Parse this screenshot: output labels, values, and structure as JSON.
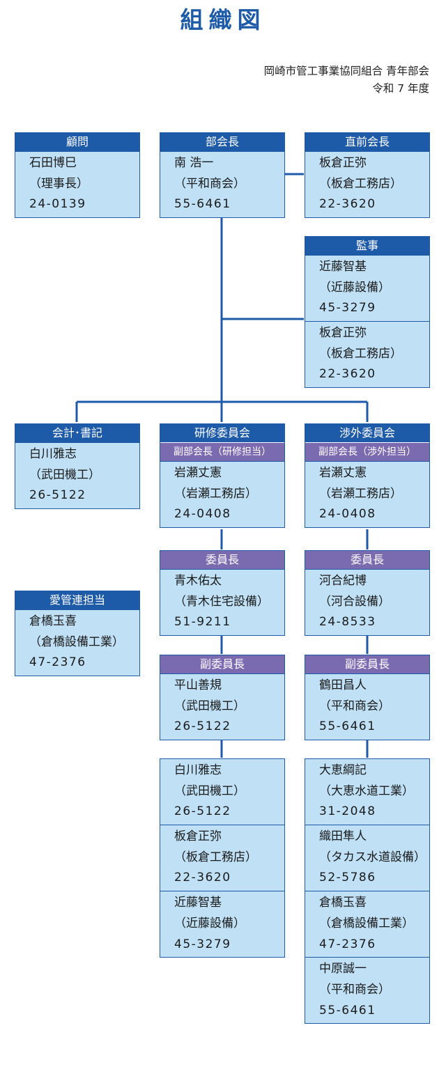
{
  "title": "組織図",
  "org": "岡崎市管工事業協同組合 青年部会",
  "year": "令和 7 年度",
  "colors": {
    "header": "#1d5aa8",
    "subheader": "#7a6bb0",
    "cell": "#bfe0f5",
    "line": "#1d5aa8"
  },
  "komon": {
    "header": "顧問",
    "people": [
      {
        "name": "石田博巳",
        "company": "（理事長）",
        "phone": "24-0139"
      }
    ]
  },
  "bukaicho": {
    "header": "部会長",
    "people": [
      {
        "name": "南 浩一",
        "company": "（平和商会）",
        "phone": "55-6461"
      }
    ]
  },
  "chokuzen": {
    "header": "直前会長",
    "people": [
      {
        "name": "板倉正弥",
        "company": "（板倉工務店）",
        "phone": "22-3620"
      }
    ]
  },
  "kanji": {
    "header": "監事",
    "people": [
      {
        "name": "近藤智基",
        "company": "（近藤設備）",
        "phone": "45-3279"
      },
      {
        "name": "板倉正弥",
        "company": "（板倉工務店）",
        "phone": "22-3620"
      }
    ]
  },
  "kaikei": {
    "header": "会計･書記",
    "people": [
      {
        "name": "白川雅志",
        "company": "（武田機工）",
        "phone": "26-5122"
      }
    ]
  },
  "kenshu": {
    "header": "研修委員会",
    "sub": "副部会長（研修担当）",
    "people": [
      {
        "name": "岩瀬丈憲",
        "company": "（岩瀬工務店）",
        "phone": "24-0408"
      }
    ]
  },
  "shogai": {
    "header": "渉外委員会",
    "sub": "副部会長（渉外担当）",
    "people": [
      {
        "name": "岩瀬丈憲",
        "company": "（岩瀬工務店）",
        "phone": "24-0408"
      }
    ]
  },
  "aikanren": {
    "header": "愛管連担当",
    "people": [
      {
        "name": "倉橋玉喜",
        "company": "（倉橋設備工業）",
        "phone": "47-2376"
      }
    ]
  },
  "kenshu_chair": {
    "header": "委員長",
    "people": [
      {
        "name": "青木佑太",
        "company": "（青木住宅設備）",
        "phone": "51-9211"
      }
    ]
  },
  "shogai_chair": {
    "header": "委員長",
    "people": [
      {
        "name": "河合紀博",
        "company": "（河合設備）",
        "phone": "24-8533"
      }
    ]
  },
  "kenshu_vice": {
    "header": "副委員長",
    "people": [
      {
        "name": "平山善規",
        "company": "（武田機工）",
        "phone": "26-5122"
      }
    ]
  },
  "shogai_vice": {
    "header": "副委員長",
    "people": [
      {
        "name": "鶴田昌人",
        "company": "（平和商会）",
        "phone": "55-6461"
      }
    ]
  },
  "kenshu_members": {
    "people": [
      {
        "name": "白川雅志",
        "company": "（武田機工）",
        "phone": "26-5122"
      },
      {
        "name": "板倉正弥",
        "company": "（板倉工務店）",
        "phone": "22-3620"
      },
      {
        "name": "近藤智基",
        "company": "（近藤設備）",
        "phone": "45-3279"
      }
    ]
  },
  "shogai_members": {
    "people": [
      {
        "name": "大恵綱記",
        "company": "（大恵水道工業）",
        "phone": "31-2048"
      },
      {
        "name": "織田隼人",
        "company": "（タカス水道設備）",
        "phone": "52-5786"
      },
      {
        "name": "倉橋玉喜",
        "company": "（倉橋設備工業）",
        "phone": "47-2376"
      },
      {
        "name": "中原誠一",
        "company": "（平和商会）",
        "phone": "55-6461"
      }
    ]
  }
}
